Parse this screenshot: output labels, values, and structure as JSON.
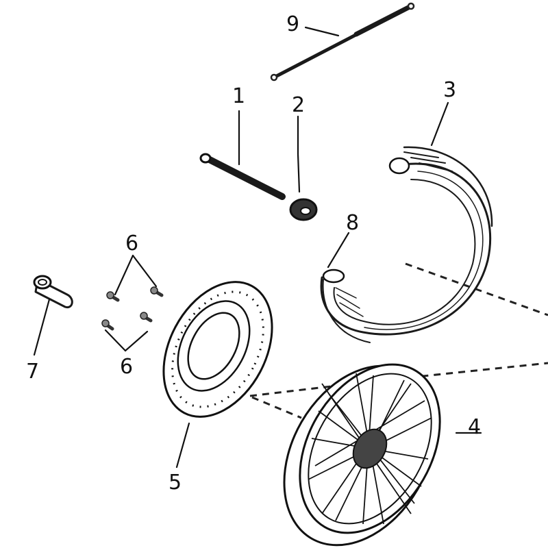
{
  "diagram": {
    "title": "Front wheel exploded parts diagram",
    "colors": {
      "ink": "#111111",
      "background": "#ffffff"
    },
    "callouts": [
      {
        "id": "c1",
        "label": "1",
        "part": "front-axle-bolt"
      },
      {
        "id": "c2",
        "label": "2",
        "part": "axle-nut"
      },
      {
        "id": "c3",
        "label": "3",
        "part": "tire"
      },
      {
        "id": "c4",
        "label": "4",
        "part": "spoked-wheel-rim"
      },
      {
        "id": "c5",
        "label": "5",
        "part": "brake-disc"
      },
      {
        "id": "c6a",
        "label": "6",
        "part": "disc-bolts"
      },
      {
        "id": "c6b",
        "label": "6",
        "part": "disc-bolts"
      },
      {
        "id": "c7",
        "label": "7",
        "part": "spacer-collar"
      },
      {
        "id": "c8",
        "label": "8",
        "part": "inner-tube"
      },
      {
        "id": "c9",
        "label": "9",
        "part": "spoke"
      }
    ]
  }
}
